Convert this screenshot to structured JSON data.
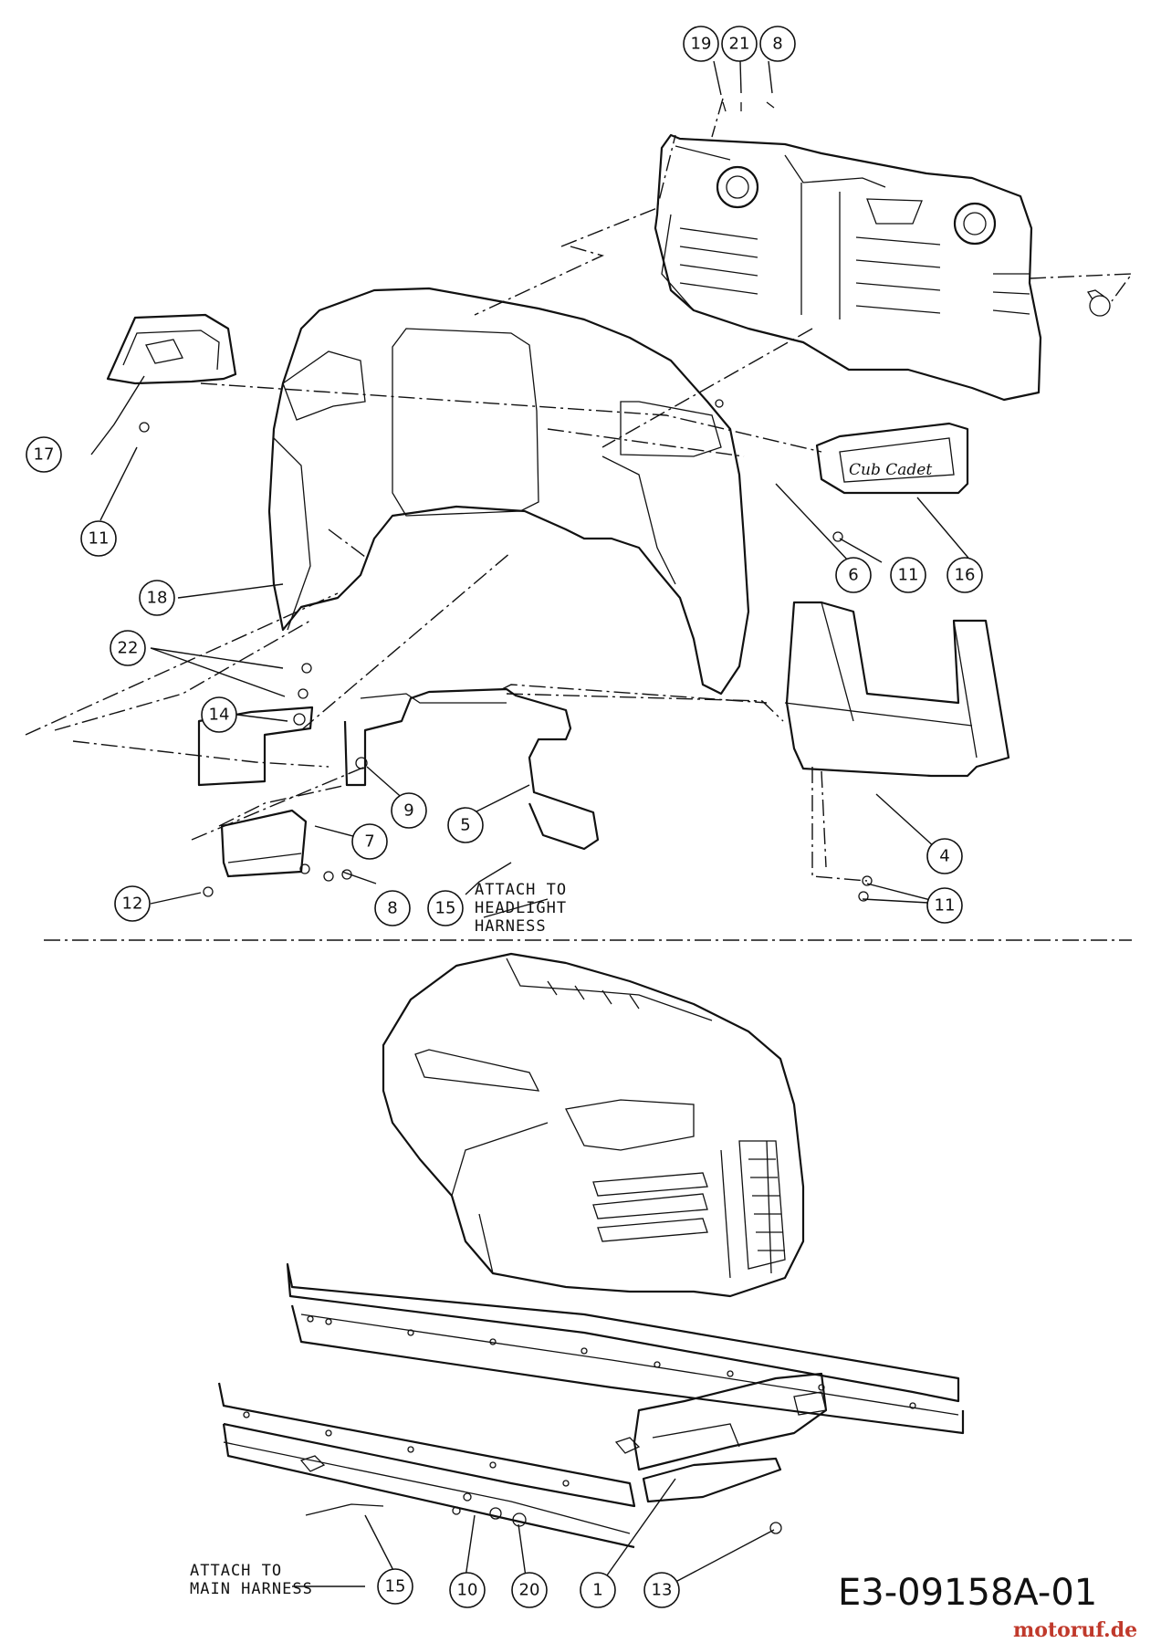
{
  "diagram_code": "E3-09158A-01",
  "watermark": "motoruf.de",
  "emblem_text": "Cub Cadet",
  "notes": {
    "headlight": [
      "ATTACH TO",
      "HEADLIGHT",
      "HARNESS"
    ],
    "main": [
      "ATTACH TO",
      "MAIN HARNESS"
    ]
  },
  "callouts": [
    "19",
    "21",
    "8",
    "17",
    "11",
    "18",
    "22",
    "14",
    "9",
    "5",
    "7",
    "12",
    "8",
    "15",
    "6",
    "11",
    "16",
    "4",
    "11",
    "15",
    "10",
    "20",
    "1",
    "13"
  ]
}
